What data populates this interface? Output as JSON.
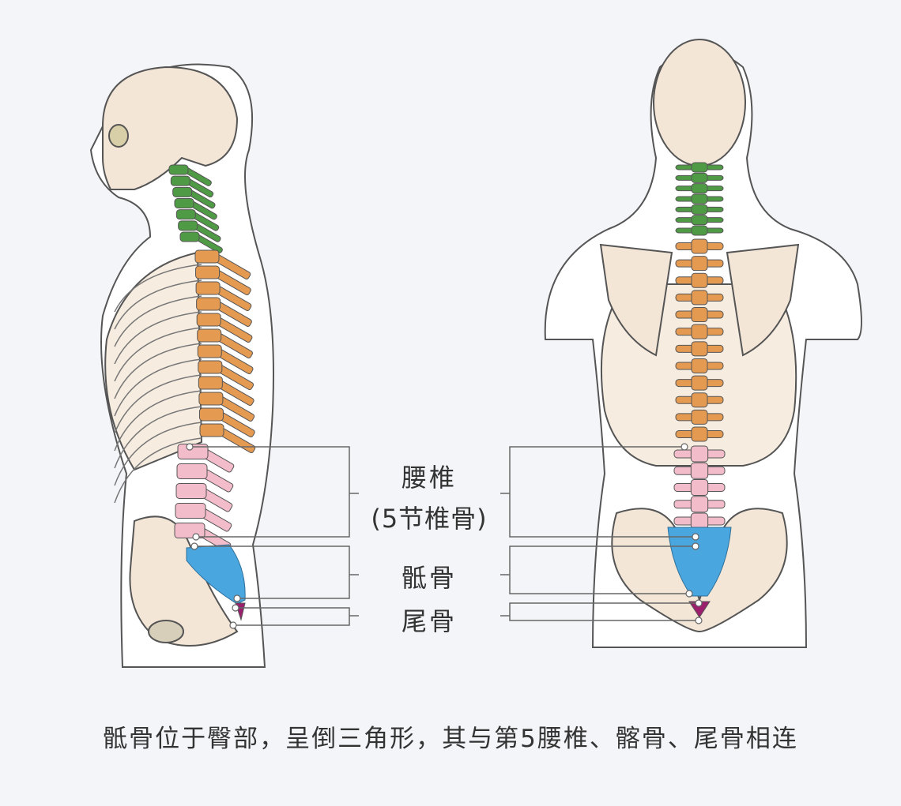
{
  "labels": {
    "lumbar": "腰椎",
    "lumbar_note": "(5节椎骨)",
    "sacrum": "骶骨",
    "coccyx": "尾骨"
  },
  "caption": "骶骨位于臀部，呈倒三角形，其与第5腰椎、髂骨、尾骨相连",
  "colors": {
    "cervical": "#4f9a45",
    "thoracic": "#e59a52",
    "lumbar": "#f3bccb",
    "sacrum": "#4aa6df",
    "coccyx": "#9c1f6e",
    "bone": "#f3e6d6",
    "skin": "#ffffff",
    "line": "#666666"
  }
}
